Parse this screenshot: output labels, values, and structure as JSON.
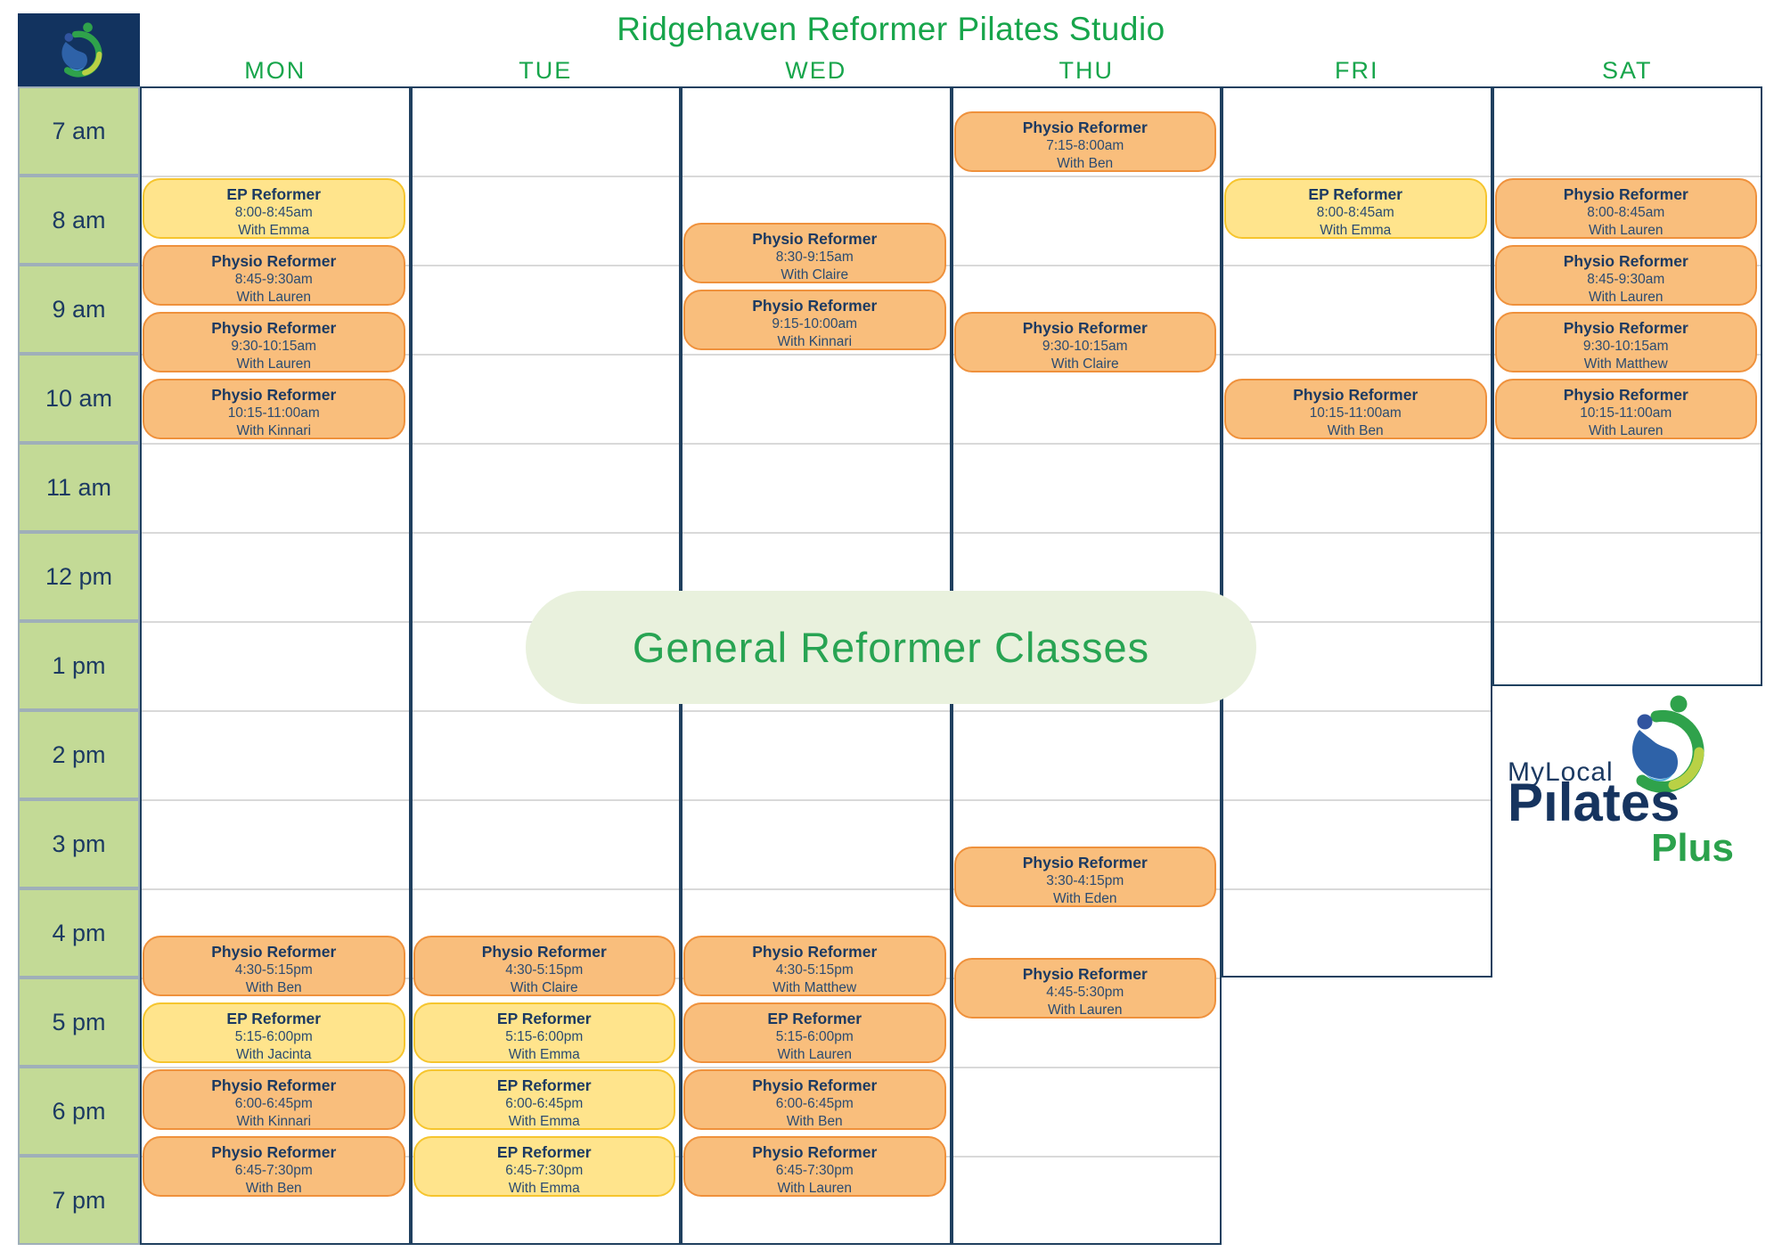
{
  "header": {
    "title": "Ridgehaven Reformer Pilates Studio"
  },
  "banner": {
    "label": "General Reformer Classes"
  },
  "brand": {
    "top": "MyLocal",
    "name": "Pılates",
    "suffix": "Plus"
  },
  "colors": {
    "accent_green": "#17a54b",
    "navy": "#1c3a62",
    "time_cell_green": "#c3da96",
    "yellow_fill": "#ffe48c",
    "yellow_border": "#f6c52e",
    "orange_fill": "#f9be7c",
    "orange_border": "#ef913c",
    "banner_bg": "#e9f1dd",
    "logo_box_navy": "#12335f",
    "brand_plus_green": "#2ba24c"
  },
  "time_labels": [
    "7 am",
    "8 am",
    "9 am",
    "10 am",
    "11 am",
    "12 pm",
    "1 pm",
    "2 pm",
    "3 pm",
    "4 pm",
    "5 pm",
    "6 pm",
    "7 pm"
  ],
  "days": [
    {
      "label": "MON",
      "classes": [
        {
          "name": "EP Reformer",
          "time": "8:00-8:45am",
          "instructor": "With Emma",
          "color": "yellow"
        },
        {
          "name": "Physio Reformer",
          "time": "8:45-9:30am",
          "instructor": "With Lauren",
          "color": "orange"
        },
        {
          "name": "Physio Reformer",
          "time": "9:30-10:15am",
          "instructor": "With Lauren",
          "color": "orange"
        },
        {
          "name": "Physio Reformer",
          "time": "10:15-11:00am",
          "instructor": "With Kinnari",
          "color": "orange"
        },
        {
          "name": "Physio Reformer",
          "time": "4:30-5:15pm",
          "instructor": "With Ben",
          "color": "orange"
        },
        {
          "name": "EP Reformer",
          "time": "5:15-6:00pm",
          "instructor": "With Jacinta",
          "color": "yellow"
        },
        {
          "name": "Physio Reformer",
          "time": "6:00-6:45pm",
          "instructor": "With Kinnari",
          "color": "orange"
        },
        {
          "name": "Physio Reformer",
          "time": "6:45-7:30pm",
          "instructor": "With Ben",
          "color": "orange"
        }
      ]
    },
    {
      "label": "TUE",
      "classes": [
        {
          "name": "Physio Reformer",
          "time": "4:30-5:15pm",
          "instructor": "With Claire",
          "color": "orange"
        },
        {
          "name": "EP Reformer",
          "time": "5:15-6:00pm",
          "instructor": "With Emma",
          "color": "yellow"
        },
        {
          "name": "EP Reformer",
          "time": "6:00-6:45pm",
          "instructor": "With Emma",
          "color": "yellow"
        },
        {
          "name": "EP Reformer",
          "time": "6:45-7:30pm",
          "instructor": "With Emma",
          "color": "yellow"
        }
      ]
    },
    {
      "label": "WED",
      "classes": [
        {
          "name": "Physio Reformer",
          "time": "8:30-9:15am",
          "instructor": "With Claire",
          "color": "orange"
        },
        {
          "name": "Physio Reformer",
          "time": "9:15-10:00am",
          "instructor": "With Kinnari",
          "color": "orange"
        },
        {
          "name": "Physio Reformer",
          "time": "4:30-5:15pm",
          "instructor": "With Matthew",
          "color": "orange"
        },
        {
          "name": "EP Reformer",
          "time": "5:15-6:00pm",
          "instructor": "With Lauren",
          "color": "orange"
        },
        {
          "name": "Physio Reformer",
          "time": "6:00-6:45pm",
          "instructor": "With Ben",
          "color": "orange"
        },
        {
          "name": "Physio Reformer",
          "time": "6:45-7:30pm",
          "instructor": "With Lauren",
          "color": "orange"
        }
      ]
    },
    {
      "label": "THU",
      "classes": [
        {
          "name": "Physio Reformer",
          "time": "7:15-8:00am",
          "instructor": "With Ben",
          "color": "orange"
        },
        {
          "name": "Physio Reformer",
          "time": "9:30-10:15am",
          "instructor": "With Claire",
          "color": "orange"
        },
        {
          "name": "Physio Reformer",
          "time": "3:30-4:15pm",
          "instructor": "With Eden",
          "color": "orange"
        },
        {
          "name": "Physio Reformer",
          "time": "4:45-5:30pm",
          "instructor": "With Lauren",
          "color": "orange"
        }
      ]
    },
    {
      "label": "FRI",
      "classes": [
        {
          "name": "EP Reformer",
          "time": "8:00-8:45am",
          "instructor": "With Emma",
          "color": "yellow"
        },
        {
          "name": "Physio Reformer",
          "time": "10:15-11:00am",
          "instructor": "With Ben",
          "color": "orange"
        }
      ]
    },
    {
      "label": "SAT",
      "classes": [
        {
          "name": "Physio Reformer",
          "time": "8:00-8:45am",
          "instructor": "With Lauren",
          "color": "orange"
        },
        {
          "name": "Physio Reformer",
          "time": "8:45-9:30am",
          "instructor": "With Lauren",
          "color": "orange"
        },
        {
          "name": "Physio Reformer",
          "time": "9:30-10:15am",
          "instructor": "With Matthew",
          "color": "orange"
        },
        {
          "name": "Physio Reformer",
          "time": "10:15-11:00am",
          "instructor": "With Lauren",
          "color": "orange"
        }
      ]
    }
  ]
}
